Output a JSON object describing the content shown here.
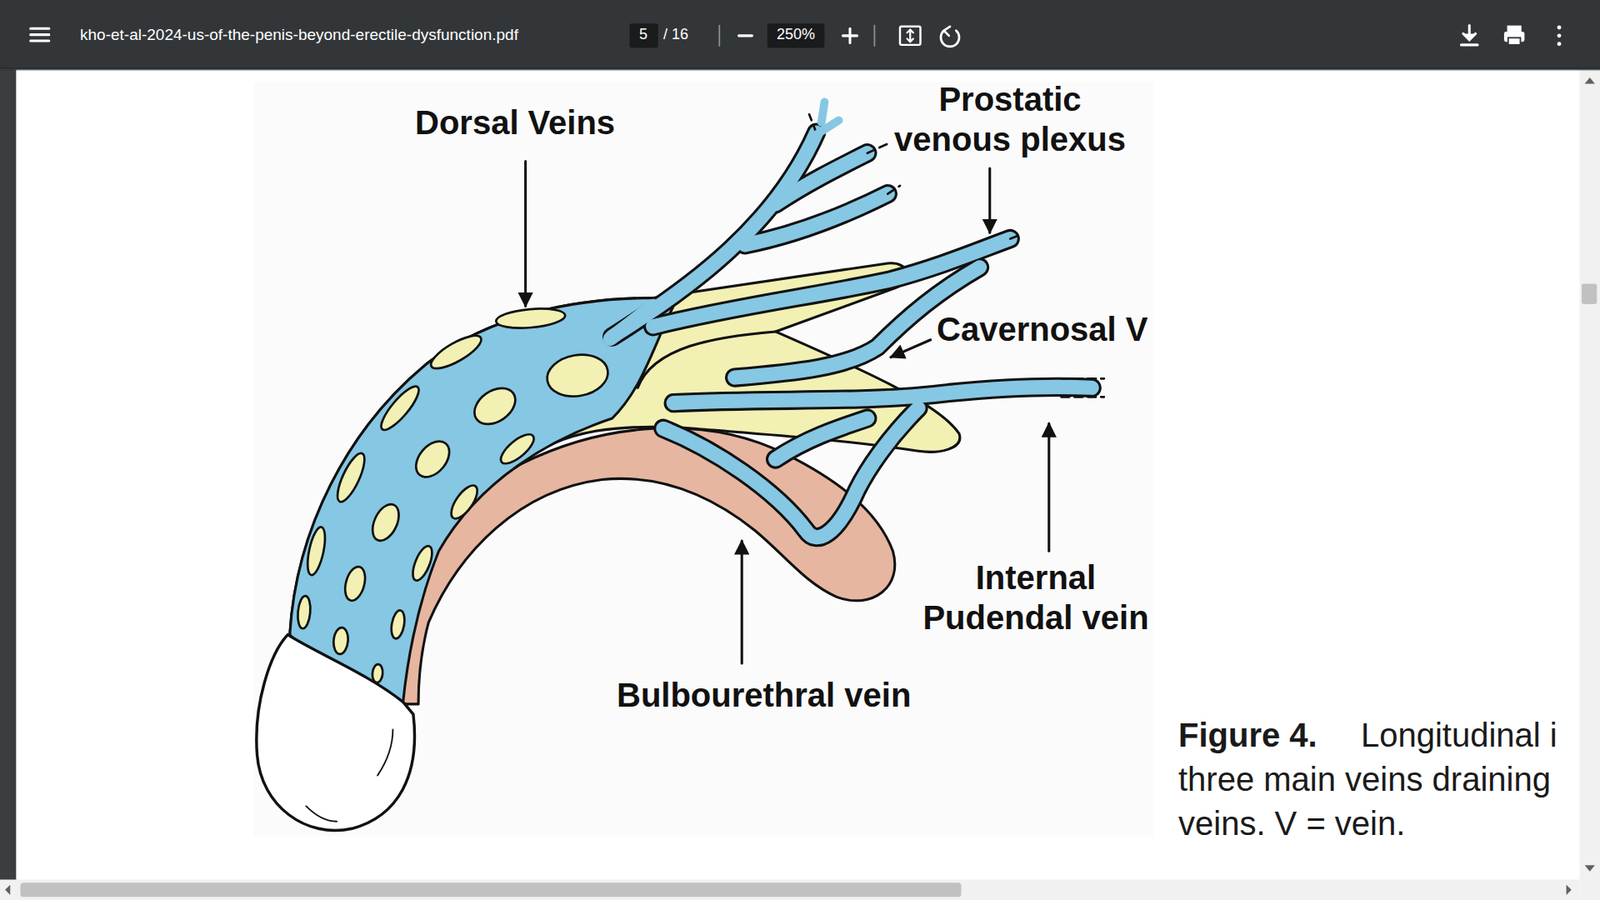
{
  "diagram": {
    "labels": [
      "kho-et-al-2024-us-of-the-penis-beyond-erectile-dysfunction.pdf",
      "5",
      "/ 16",
      "250%",
      "Dorsal Veins",
      "Prostatic venous plexus",
      "Cavernosal V",
      "Internal Pudendal vein",
      "Bulbourethral vein",
      "Figure 4.",
      "Longitudinal i",
      "three main veins draining",
      "veins. V = vein."
    ]
  }
}
